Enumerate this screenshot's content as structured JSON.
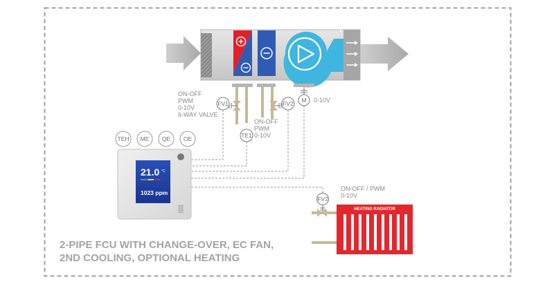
{
  "diagram": {
    "title_line1": "2-PIPE FCU WITH CHANGE-OVER, EC FAN,",
    "title_line2": "2ND COOLING, OPTIONAL HEATING",
    "valve_fv1_label": "FV1",
    "valve_fv2_label": "FV2",
    "motor_label": "M",
    "sensor_te1_label": "TE1",
    "fv1_signal_lines": [
      "ON-OFF",
      "PWM",
      "0-10V",
      "6-WAY VALVE"
    ],
    "fv2_signal_lines": [
      "ON-OFF",
      "PWM",
      "0-10V"
    ],
    "motor_signal": "0-10V",
    "sensor_options": [
      "TEH",
      "ME",
      "QE",
      "OE"
    ],
    "controller": {
      "temperature": "21.0",
      "temp_unit": "°C",
      "co2_value": "1023 ppm"
    },
    "radiator": {
      "valve_label": "FV2",
      "signal_line1": "ON-OFF / PWM",
      "signal_line2": "0-10V",
      "title": "HEATING RADIATOR"
    },
    "colors": {
      "unit_gray": "#d4d4d4",
      "hot_red": "#e0202a",
      "cool_blue": "#2f5bb5",
      "fan_cyan": "#3fb6e0",
      "pipe_tan": "#c9b892",
      "radiator_red": "#e5262d",
      "lcd_blue": "#1f3d9f",
      "frame_dash": "#a0a0a0"
    }
  }
}
